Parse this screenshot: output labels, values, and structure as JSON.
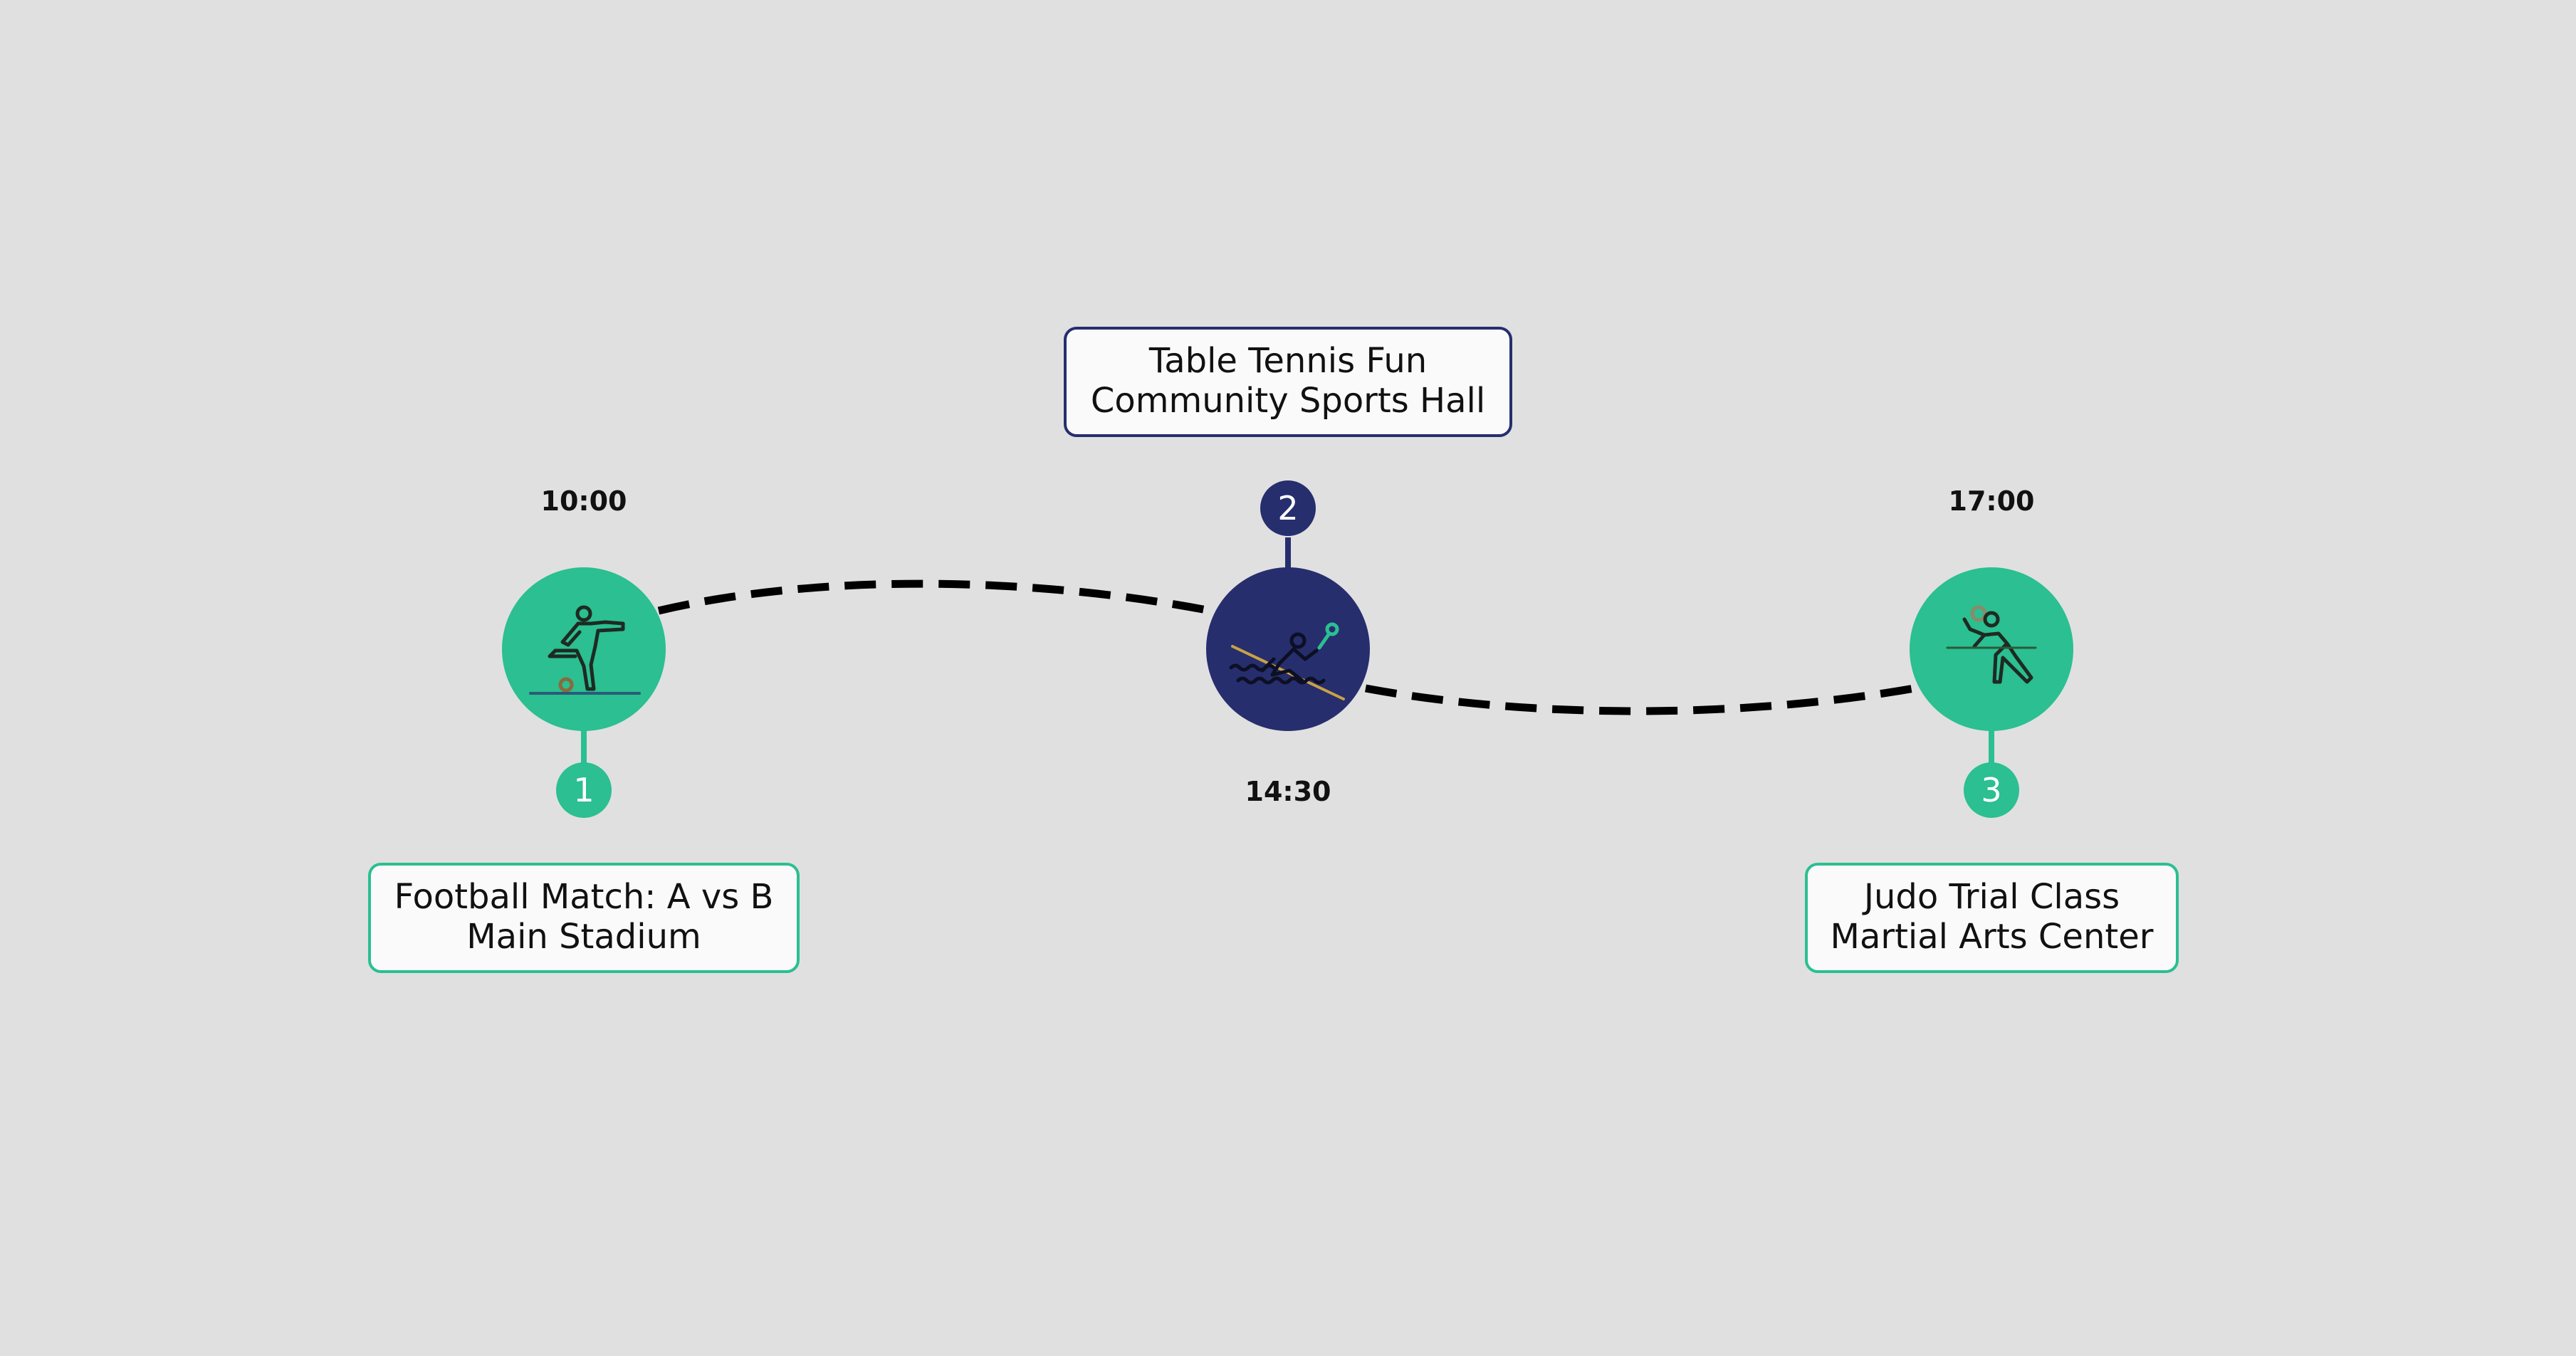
{
  "colors": {
    "background": "#e0e0e0",
    "accent_green": "#2bbf91",
    "accent_navy": "#262e6e",
    "path": "#000000",
    "box_fill": "#fafafa"
  },
  "events": [
    {
      "number": "1",
      "time": "10:00",
      "title": "Football Match: A vs B",
      "venue": "Main Stadium",
      "icon": "football-player-icon",
      "color": "#2bbf91"
    },
    {
      "number": "2",
      "time": "14:30",
      "title": "Table Tennis Fun",
      "venue": "Community Sports Hall",
      "icon": "table-tennis-player-icon",
      "color": "#262e6e"
    },
    {
      "number": "3",
      "time": "17:00",
      "title": "Judo Trial Class",
      "venue": "Martial Arts Center",
      "icon": "judo-athlete-icon",
      "color": "#2bbf91"
    }
  ]
}
